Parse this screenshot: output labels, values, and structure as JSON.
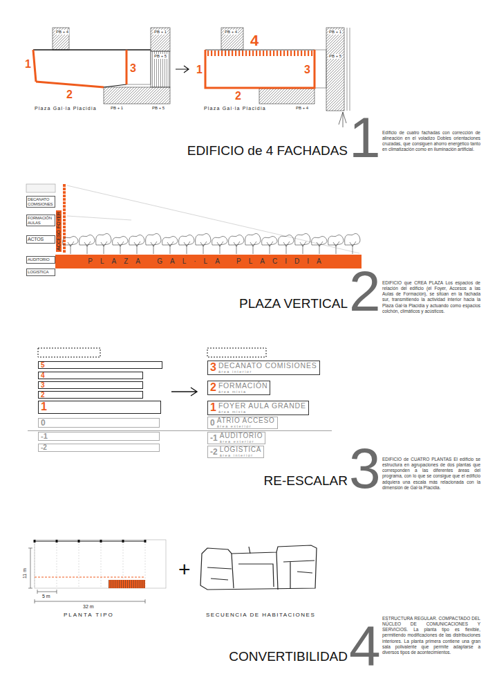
{
  "diagram": {
    "nodes": [
      {
        "text": [
          "DECANATO COMISIONES"
        ]
      },
      {
        "text": [
          "FORMACIÓN AULAS"
        ]
      },
      {
        "text": [
          "ACTOS"
        ]
      },
      {
        "text": [
          "AUDITORIO"
        ]
      },
      {
        "text": [
          "LOGISTICA"
        ]
      },
      {
        "text": [
          "PLAZA GAL·LA PLACIDIA"
        ]
      },
      {
        "text": [
          "5"
        ]
      },
      {
        "text": [
          "4"
        ]
      },
      {
        "text": [
          "3"
        ]
      },
      {
        "text": [
          "2"
        ]
      },
      {
        "text": [
          "1"
        ]
      },
      {
        "text": [
          "0"
        ]
      },
      {
        "text": [
          "-1"
        ]
      },
      {
        "text": [
          "-2"
        ]
      },
      {
        "text": [
          "3",
          "DECANATO COMISIONES",
          "área interior"
        ]
      },
      {
        "text": [
          "2",
          "FORMACIÓN",
          "área mixta"
        ]
      },
      {
        "text": [
          "1",
          "FOYER AULA GRANDE",
          "área mixta"
        ]
      },
      {
        "text": [
          "0",
          "ATRIO ACCESO",
          "área exterior"
        ]
      },
      {
        "text": [
          "-1",
          "AUDITORIO",
          "área exterior"
        ]
      },
      {
        "text": [
          "-2",
          "LOGISTICA",
          "área interior"
        ]
      }
    ],
    "labels": [
      "PB + 4",
      "PB + 1",
      "PB + 5",
      "1",
      "3",
      "2",
      "Plaza Gal·la Placidia",
      "PB + 1",
      "PB + 5",
      "PB + 4",
      "PB + 1",
      "PB + 5",
      "4",
      "1",
      "3",
      "2",
      "Plaza Gal·la Placidia",
      "PB + 4",
      "EDIFICIO de 4 FACHADAS",
      "1",
      "Edificio de cuatro fachadas con corrección de alineación en el voladizo Dobles orientaciones cruzadas, que consiguen ahorro energético tanto en climatización como en iluminación artificial.",
      "PLAZA VERTICAL",
      "2",
      "EDIFICIO que CREA PLAZA Los espacios de relación del edificio (el Foyer, Accesos a las Aulas de Formación), se sitúan en la fachada sur, transmitiendo la actividad interior hacia la Plaza Gal·la Placídia y actuando como espacios colchón, climáticos y acústicos.",
      "RE-ESCALAR",
      "3",
      "EDIFICIO de CUATRO PLANTAS El edificio se estructura en agrupaciones de dos plantas que corresponden a las diferentes áreas del programa, con lo que se consigue que el edificio adquiera una escala más relacionada con la dimensión de Gal·la Placídia.",
      "11 m",
      "5 m",
      "32 m",
      "+",
      "PLANTA TIPO",
      "SECUENCIA DE HABITACIONES",
      "CONVERTIBILIDAD",
      "4",
      "ESTRUCTURA REGULAR. COMPACTADO DEL NÚCLEO DE COMUNICACIONES Y SERVICIOS. La planta tipo es flexible, permitiendo modificaciones de las distribuciones interiores. La planta primera contiene una gran sala polivalente que permite adaptarse a diversos tipos de acontecimientos.",
      "FOYER",
      "ACCESO"
    ]
  }
}
